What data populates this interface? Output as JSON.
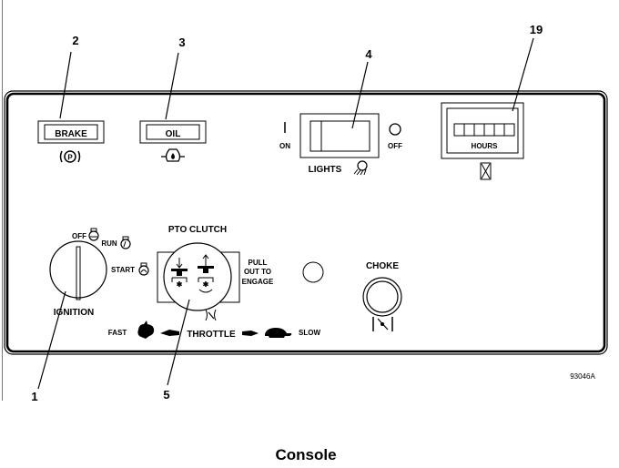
{
  "figure": {
    "caption": "Console",
    "image_code": "93046A"
  },
  "callouts": [
    {
      "number": "1",
      "target": "ignition"
    },
    {
      "number": "2",
      "target": "brake"
    },
    {
      "number": "3",
      "target": "oil"
    },
    {
      "number": "4",
      "target": "lights"
    },
    {
      "number": "5",
      "target": "pto-clutch"
    },
    {
      "number": "19",
      "target": "hour-meter"
    }
  ],
  "indicators": {
    "brake": {
      "label": "BRAKE",
      "symbol": "P",
      "icon": "parking-brake-icon"
    },
    "oil": {
      "label": "OIL",
      "icon": "oil-pressure-icon"
    }
  },
  "lights": {
    "label": "LIGHTS",
    "on_label": "ON",
    "off_label": "OFF",
    "on_symbol": "|",
    "icon": "headlight-icon"
  },
  "hour_meter": {
    "label": "HOURS",
    "digit_count": 6,
    "icon": "hourglass-icon"
  },
  "ignition": {
    "label": "IGNITION",
    "positions": [
      "OFF",
      "RUN",
      "START"
    ]
  },
  "pto_clutch": {
    "title": "PTO CLUTCH",
    "instruction_lines": [
      "PULL",
      "OUT TO",
      "ENGAGE"
    ]
  },
  "throttle": {
    "label": "THROTTLE",
    "fast_label": "FAST",
    "slow_label": "SLOW",
    "fast_icon": "rabbit-icon",
    "slow_icon": "turtle-icon"
  },
  "choke": {
    "label": "CHOKE",
    "icon": "choke-icon"
  }
}
